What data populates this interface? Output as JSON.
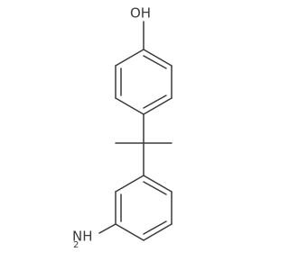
{
  "molecule": {
    "hydroxyl_label": "OH",
    "amine_label": "NH",
    "amine_subscript": "2",
    "bond_color": "#3a3a3a"
  }
}
